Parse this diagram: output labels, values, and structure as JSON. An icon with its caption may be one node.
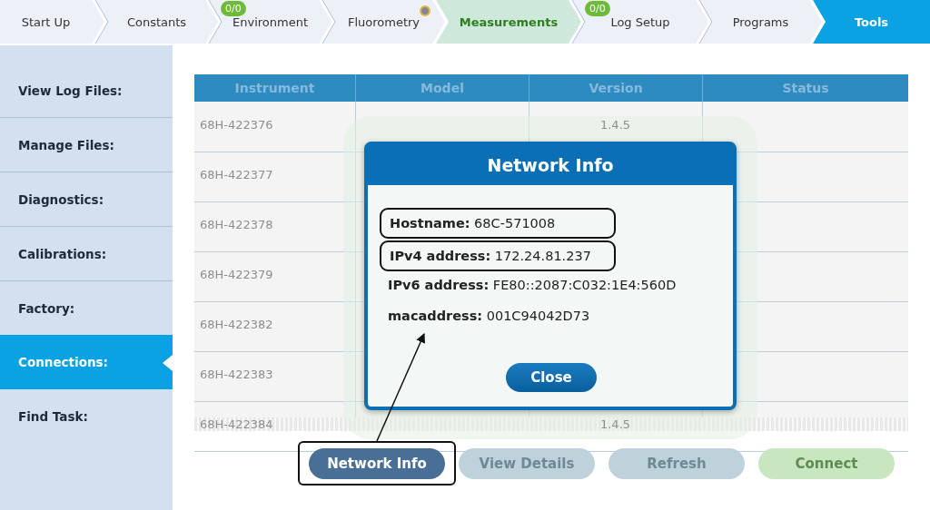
{
  "diagram": {
    "nodes": [
      {
        "text": [
          "Network Info"
        ]
      },
      {
        "text": [
          "**Hostname:** 68C-571008"
        ],
        "in": 0
      },
      {
        "text": [
          "**IPv4 address:** 172.24.81.237"
        ],
        "in": 0
      },
      {
        "text": [
          "Network Info"
        ]
      }
    ],
    "edges": [
      {
        "from": 3,
        "to": 0,
        "arrow": "to"
      }
    ],
    "labels": [
      "Start Up",
      "Constants",
      "0/0",
      "Environment",
      "Fluorometry",
      "Measurements",
      "0/0",
      "Log Setup",
      "Programs",
      "Tools",
      "View Log Files:",
      "Manage Files:",
      "Diagnostics:",
      "Calibrations:",
      "Factory:",
      "Connections:",
      "Find Task:",
      "Instrument",
      "Model",
      "Version",
      "Status",
      "68H-422376",
      "1.4.5",
      "68H-422377",
      "68H-422378",
      "68H-422379",
      "68H-422382",
      "68H-422383",
      "68H-422384",
      "1.4.5",
      "**IPv6 address:** FE80::2087:C032:1E4:560D",
      "**macaddress:** 001C94042D73",
      "Close",
      "View Details",
      "Refresh",
      "Connect"
    ]
  }
}
